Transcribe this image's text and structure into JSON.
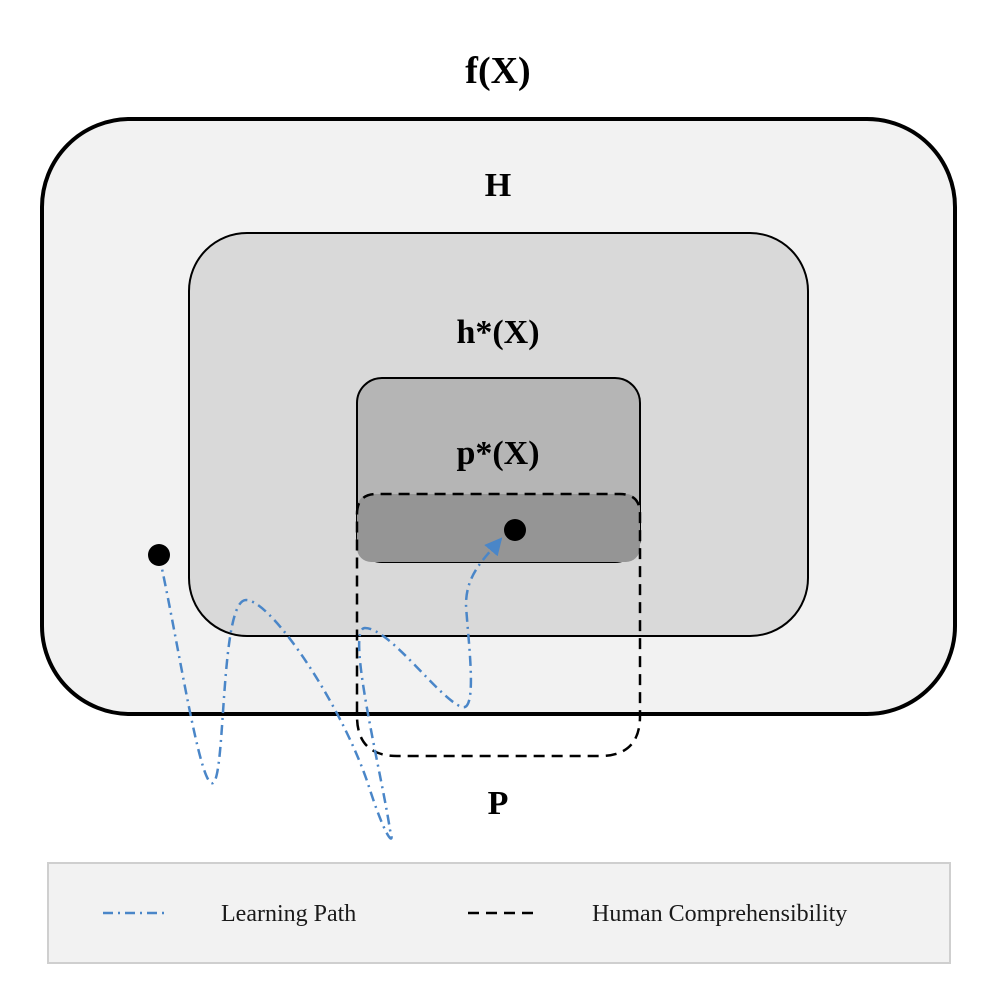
{
  "labels": {
    "outer_function": "f(X)",
    "hypothesis_space": "H",
    "optimal_hypothesis": "h*(X)",
    "optimal_comprehensible": "p*(X)",
    "comprehensible_space": "P"
  },
  "legend": {
    "learning_path": "Learning Path",
    "human_comprehensibility": "Human Comprehensibility"
  },
  "colors": {
    "outer_fill": "#f2f2f2",
    "h_star_fill": "#d9d9d9",
    "p_star_fill": "#b5b5b5",
    "intersection_fill": "#959595",
    "path_color": "#4a86c8",
    "legend_fill": "#f2f2f2",
    "legend_border": "#cfcfcf"
  }
}
